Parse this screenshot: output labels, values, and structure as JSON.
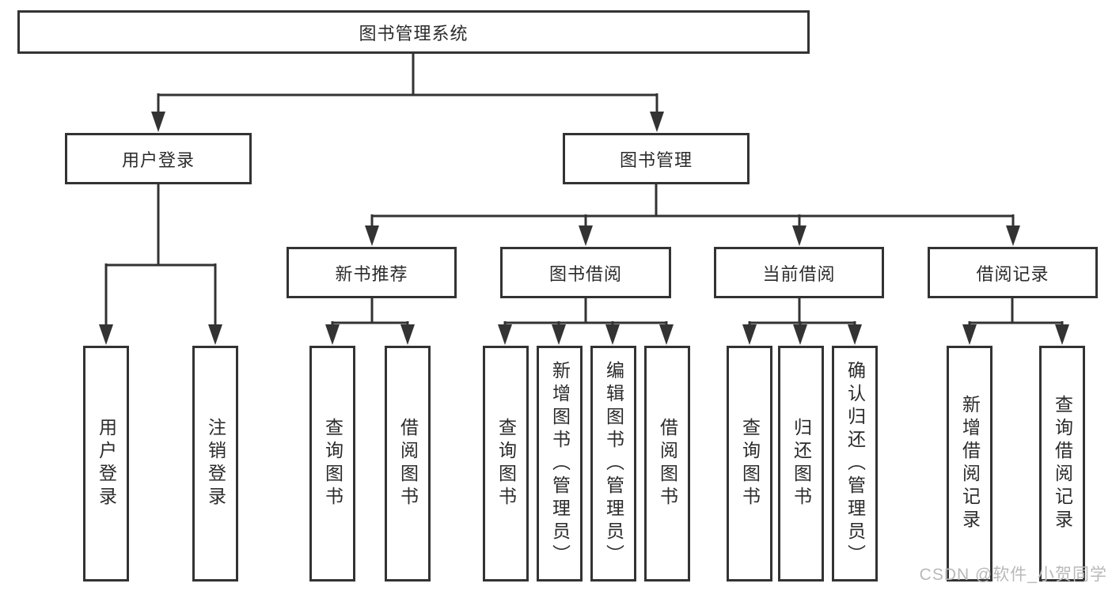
{
  "diagram": {
    "root_label": "图书管理系统",
    "level2": {
      "user": "用户登录",
      "book": "图书管理"
    },
    "level3": {
      "new_books": "新书推荐",
      "borrow": "图书借阅",
      "current": "当前借阅",
      "records": "借阅记录"
    },
    "leaves": {
      "user": [
        "用户登录",
        "注销登录"
      ],
      "new_books": [
        "查询图书",
        "借阅图书"
      ],
      "borrow": [
        "查询图书",
        "新增图书（管理员）",
        "编辑图书（管理员）",
        "借阅图书"
      ],
      "current": [
        "查询图书",
        "归还图书",
        "确认归还（管理员）"
      ],
      "records": [
        "新增借阅记录",
        "查询借阅记录"
      ]
    }
  },
  "watermark": "CSDN @软件_小贺同学",
  "colors": {
    "line": "#333333",
    "text": "#2b2b2b",
    "background": "#ffffff",
    "watermark": "#b9b9b9"
  }
}
